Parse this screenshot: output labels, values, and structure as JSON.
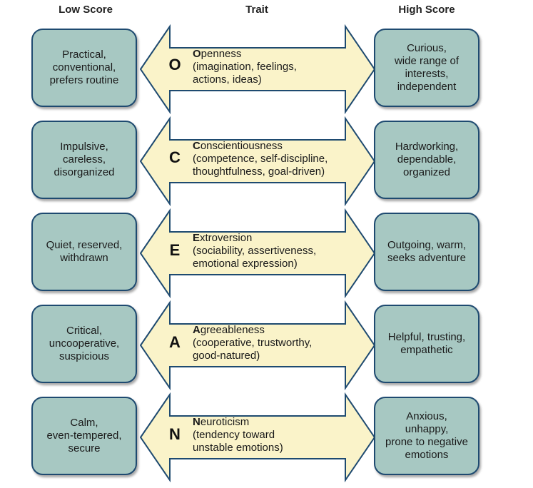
{
  "headers": {
    "low": "Low Score",
    "trait": "Trait",
    "high": "High Score"
  },
  "colors": {
    "box_fill": "#a7c8c2",
    "box_border": "#1e4a70",
    "arrow_fill": "#faf3c9",
    "arrow_border": "#1e4a70"
  },
  "traits": [
    {
      "letter": "O",
      "name_first": "O",
      "name_rest": "penness",
      "detail_lines": [
        "(imagination, feelings,",
        "actions, ideas)"
      ],
      "low_lines": [
        "Practical,",
        "conventional,",
        "prefers routine"
      ],
      "high_lines": [
        "Curious,",
        "wide range of",
        "interests,",
        "independent"
      ]
    },
    {
      "letter": "C",
      "name_first": "C",
      "name_rest": "onscientiousness",
      "detail_lines": [
        "(competence, self-discipline,",
        "thoughtfulness, goal-driven)"
      ],
      "low_lines": [
        "Impulsive,",
        "careless,",
        "disorganized"
      ],
      "high_lines": [
        "Hardworking,",
        "dependable,",
        "organized"
      ]
    },
    {
      "letter": "E",
      "name_first": "E",
      "name_rest": "xtroversion",
      "detail_lines": [
        "(sociability, assertiveness,",
        "emotional expression)"
      ],
      "low_lines": [
        "Quiet, reserved,",
        "withdrawn"
      ],
      "high_lines": [
        "Outgoing, warm,",
        "seeks adventure"
      ]
    },
    {
      "letter": "A",
      "name_first": "A",
      "name_rest": "greeableness",
      "detail_lines": [
        "(cooperative, trustworthy,",
        "good-natured)"
      ],
      "low_lines": [
        "Critical,",
        "uncooperative,",
        "suspicious"
      ],
      "high_lines": [
        "Helpful, trusting,",
        "empathetic"
      ]
    },
    {
      "letter": "N",
      "name_first": "N",
      "name_rest": "euroticism",
      "detail_lines": [
        "(tendency toward",
        "unstable emotions)"
      ],
      "low_lines": [
        "Calm,",
        "even-tempered,",
        "secure"
      ],
      "high_lines": [
        "Anxious,",
        "unhappy,",
        "prone to negative",
        "emotions"
      ]
    }
  ]
}
